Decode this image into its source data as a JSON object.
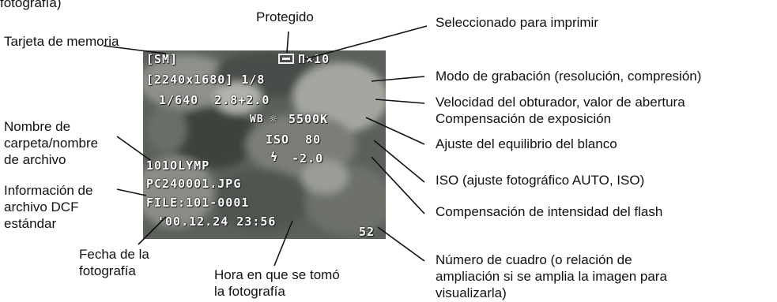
{
  "top_cut": "fotografía)",
  "screen": {
    "card": "[SM]",
    "print_mark": "Π×10",
    "resolution": "[2240x1680] 1/8",
    "shutter_aperture": "1/640  2.8+2.0",
    "wb": "WB",
    "wb_value": "5500K",
    "iso": "ISO  80",
    "flash_comp": "-2.0",
    "folder": "101OLYMP",
    "filename": "PC240001.JPG",
    "file": "FILE:101-0001",
    "datetime": "'00.12.24 23:56",
    "frame": "52"
  },
  "labels": {
    "protegido": "Protegido",
    "print": "Seleccionado para imprimir",
    "tarjeta": "Tarjeta de memoria",
    "modo": "Modo de grabación (resolución, compresión)",
    "velocidad": "Velocidad del obturador, valor de abertura",
    "compensacion": "Compensación de exposición",
    "balance": "Ajuste del equilibrio del blanco",
    "iso": "ISO (ajuste fotográfico AUTO, ISO)",
    "flash": "Compensación de intensidad del flash",
    "cuadro_1": "Número de cuadro (o relación de",
    "cuadro_2": "ampliación si se amplia la imagen para",
    "cuadro_3": "visualizarla)",
    "carpeta_1": "Nombre de",
    "carpeta_2": "carpeta/nombre",
    "carpeta_3": "de archivo",
    "dcf_1": "Información de",
    "dcf_2": "archivo DCF",
    "dcf_3": "estándar",
    "fecha_1": "Fecha de la",
    "fecha_2": "fotografía",
    "hora_1": "Hora en que se tomó",
    "hora_2": "la fotografía"
  }
}
